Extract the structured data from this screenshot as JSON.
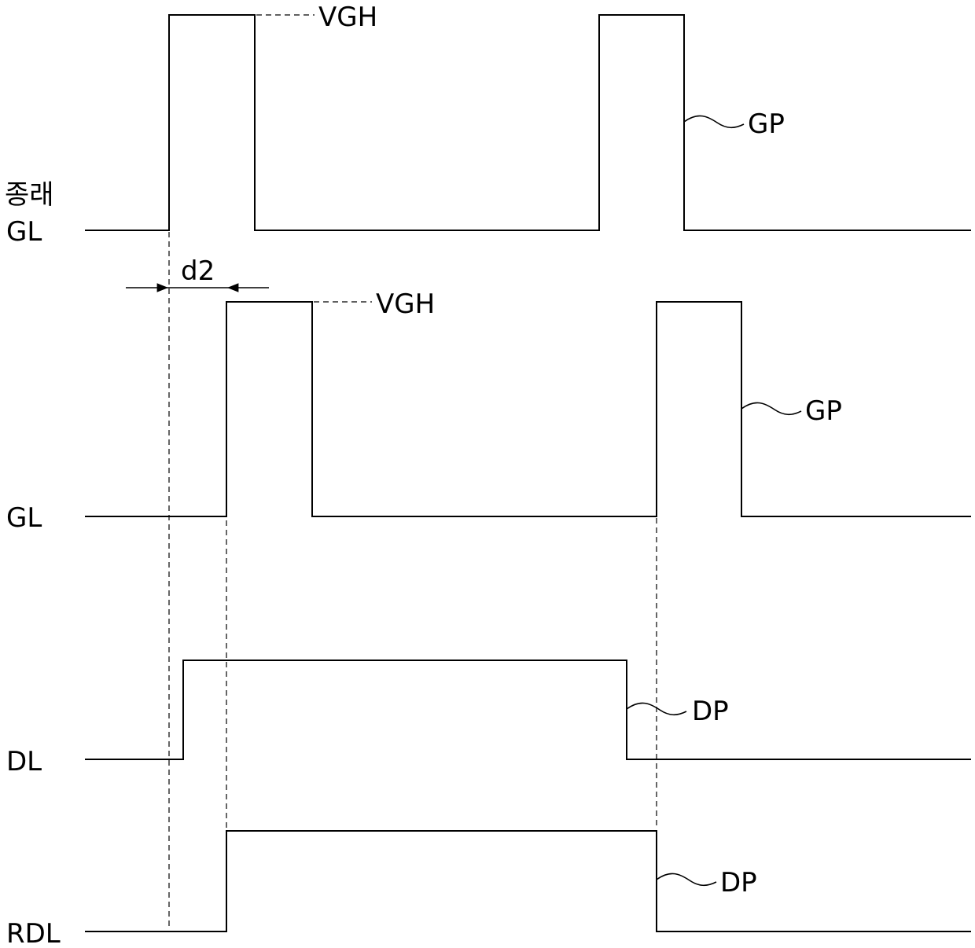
{
  "signals": {
    "conventional_gl": {
      "label_line1": "종래",
      "label_line2": "GL",
      "level_label": "VGH",
      "pulse_label": "GP"
    },
    "gl": {
      "label": "GL",
      "level_label": "VGH",
      "pulse_label": "GP"
    },
    "dl": {
      "label": "DL",
      "pulse_label": "DP"
    },
    "rdl": {
      "label": "RDL",
      "pulse_label": "DP"
    }
  },
  "delay": {
    "label": "d2"
  },
  "colors": {
    "line": "#000000",
    "background": "#ffffff"
  }
}
